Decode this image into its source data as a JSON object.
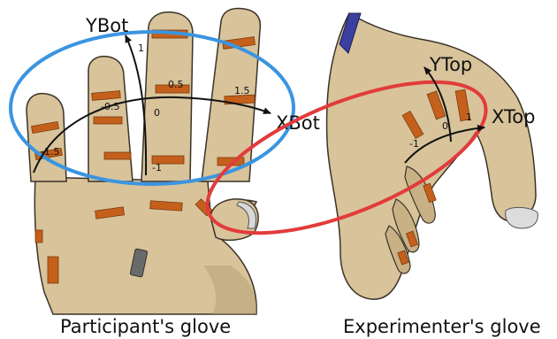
{
  "colors": {
    "skin": "#d8c39a",
    "skin_shade": "#b39d72",
    "skin_outline": "#3a3328",
    "sensor": "#c4601b",
    "blue_oval": "#3b95e0",
    "red_oval": "#e23b3b",
    "arrow": "#111111"
  },
  "participant": {
    "caption": "Participant's glove",
    "y_axis_label": "YBot",
    "x_axis_label": "XBot",
    "y_ticks": [
      "1",
      "0",
      "-1"
    ],
    "x_ticks": [
      "-1.5",
      "-0.5",
      "0.5",
      "1.5"
    ]
  },
  "experimenter": {
    "caption": "Experimenter's glove",
    "y_axis_label": "YTop",
    "x_axis_label": "XTop",
    "ticks": [
      "-1",
      "0",
      "1"
    ]
  }
}
